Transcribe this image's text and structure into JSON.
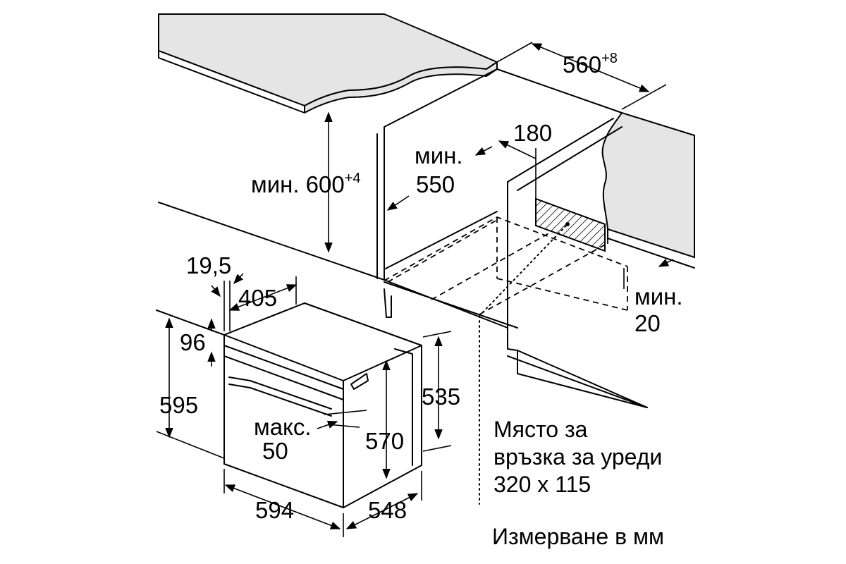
{
  "labels": {
    "dim_560": "560",
    "dim_560_tol": "+8",
    "dim_600_prefix": "мин. 600",
    "dim_600_tol": "+4",
    "dim_550_prefix": "мин.",
    "dim_550": "550",
    "dim_180": "180",
    "dim_20_prefix": "мин.",
    "dim_20": "20",
    "dim_19_5": "19,5",
    "dim_405": "405",
    "dim_96": "96",
    "dim_595": "595",
    "dim_535": "535",
    "dim_570": "570",
    "dim_50_prefix": "макс.",
    "dim_50": "50",
    "dim_594": "594",
    "dim_548": "548"
  },
  "notes": {
    "connection_line1": "Място за",
    "connection_line2": "връзка за уреди",
    "connection_line3": "320 x 115",
    "units": "Измерване в мм"
  }
}
